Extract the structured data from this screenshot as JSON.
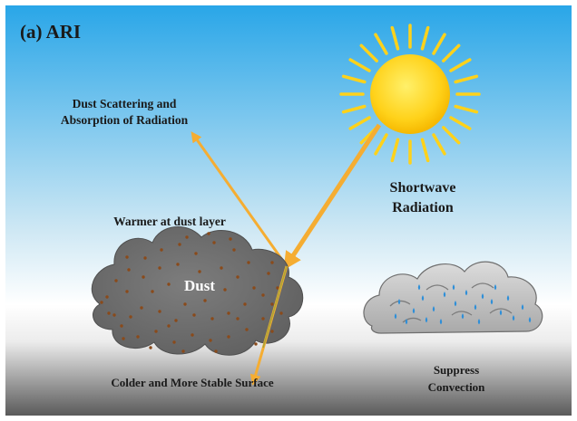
{
  "panel_label": "(a) ARI",
  "labels": {
    "scatter_line1": "Dust Scattering and",
    "scatter_line2": "Absorption of Radiation",
    "shortwave_line1": "Shortwave",
    "shortwave_line2": "Radiation",
    "warmer": "Warmer at dust layer",
    "dust": "Dust",
    "colder": "Colder and More Stable Surface",
    "suppress_line1": "Suppress",
    "suppress_line2": "Convection"
  },
  "colors": {
    "sky_top": "#29a6e8",
    "sky_bottom": "#ffffff",
    "ground": "#5a5a5a",
    "sun": "#ffd21a",
    "sun_rays": "#ffd21a",
    "arrow": "#f5ad32",
    "dust_cloud": "#6f6f6f",
    "dust_particles": "#8a4a1a",
    "rain_cloud": "#c9c9c9",
    "rain_drops": "#2f8fd8"
  }
}
